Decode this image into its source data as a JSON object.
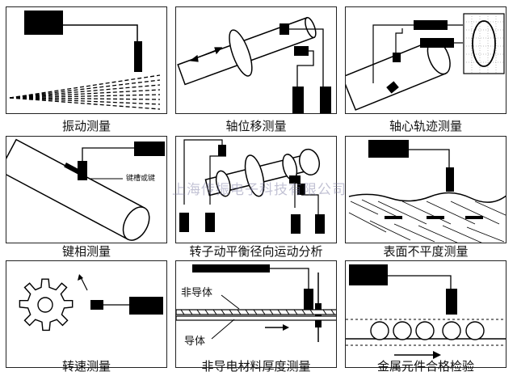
{
  "captions": {
    "vibration": "振动测量",
    "axial_displacement": "轴位移测量",
    "shaft_orbit": "轴心轨迹测量",
    "keyphasor": "键相测量",
    "rotor_balance": "转子动平衡径向运动分析",
    "surface_flatness": "表面不平度测量",
    "speed": "转速测量",
    "thickness": "非导电材料厚度测量",
    "metal_inspection": "金属元件合格检验"
  },
  "labels": {
    "keyway": "键槽或键",
    "non_conductor": "非导体",
    "conductor": "导体"
  },
  "watermark": "上海传振电子科技有限公司"
}
